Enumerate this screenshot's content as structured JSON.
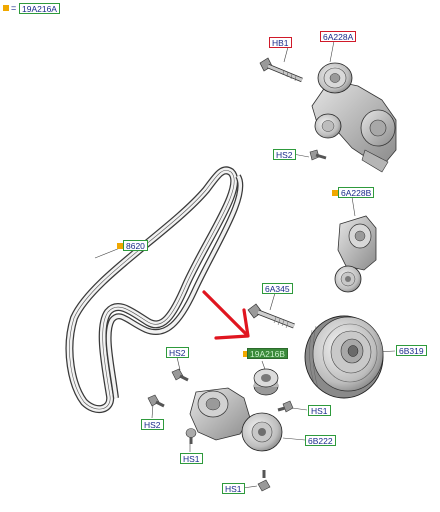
{
  "header": {
    "ref_label": "19A216A",
    "eq": "="
  },
  "callouts": {
    "hb1": "HB1",
    "c6a228a": "6A228A",
    "hs2_top": "HS2",
    "c6a228b": "6A228B",
    "c8620": "8620",
    "c6a345": "6A345",
    "c19a216b": "19A216B",
    "c6b319": "6B319",
    "hs2_left": "HS2",
    "hs2_lower": "HS2",
    "hs1_right": "HS1",
    "c6b222": "6B222",
    "hs1_left": "HS1",
    "hs1_bottom": "HS1"
  },
  "colors": {
    "label_border": "#2e9a3c",
    "label_border_alt": "#d01a2a",
    "label_text": "#1a2a8a",
    "highlight_bg": "#3a8a3a",
    "marker": "#f0a800",
    "annotation_arrow": "#e0151f"
  }
}
